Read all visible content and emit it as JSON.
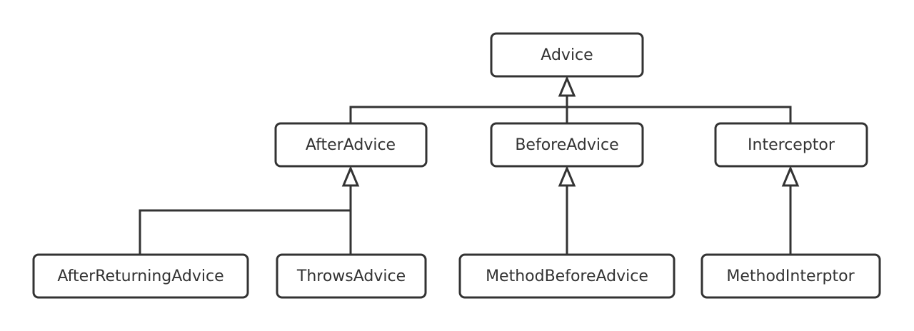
{
  "diagram": {
    "type": "class-inheritance",
    "colors": {
      "stroke": "#333333",
      "text": "#333333",
      "fill": "#ffffff",
      "background": "#ffffff"
    },
    "nodes": {
      "advice": "Advice",
      "after_advice": "AfterAdvice",
      "before_advice": "BeforeAdvice",
      "interceptor": "Interceptor",
      "after_returning_advice": "AfterReturningAdvice",
      "throws_advice": "ThrowsAdvice",
      "method_before_advice": "MethodBeforeAdvice",
      "method_interptor": "MethodInterptor"
    },
    "edges": [
      {
        "from": "after_advice",
        "to": "advice"
      },
      {
        "from": "before_advice",
        "to": "advice"
      },
      {
        "from": "interceptor",
        "to": "advice"
      },
      {
        "from": "after_returning_advice",
        "to": "after_advice"
      },
      {
        "from": "throws_advice",
        "to": "after_advice"
      },
      {
        "from": "method_before_advice",
        "to": "before_advice"
      },
      {
        "from": "method_interptor",
        "to": "interceptor"
      }
    ]
  }
}
